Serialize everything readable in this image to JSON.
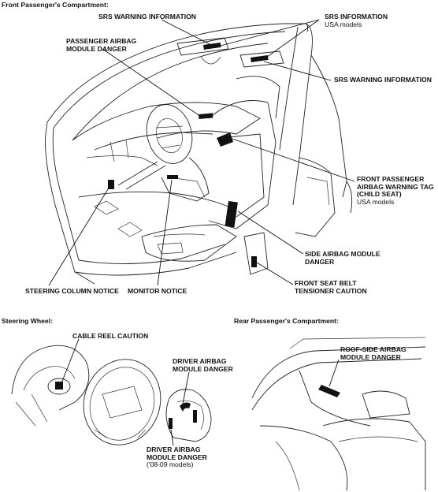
{
  "sections": {
    "front": "Front Passenger's Compartment:",
    "steering": "Steering Wheel:",
    "rear": "Rear Passenger's Compartment:"
  },
  "labels": {
    "srs_warning_top": "SRS WARNING INFORMATION",
    "srs_info": "SRS INFORMATION",
    "srs_info_sub": "USA models",
    "passenger_airbag_line1": "PASSENGER AIRBAG",
    "passenger_airbag_line2": "MODULE DANGER",
    "srs_warning_right": "SRS WARNING INFORMATION",
    "fp_tag_line1": "FRONT PASSENGER",
    "fp_tag_line2": "AIRBAG WARNING TAG",
    "fp_tag_line3": "(CHILD SEAT)",
    "fp_tag_sub": "USA models",
    "side_airbag_line1": "SIDE AIRBAG MODULE",
    "side_airbag_line2": "DANGER",
    "steering_column": "STEERING COLUMN NOTICE",
    "monitor": "MONITOR NOTICE",
    "seatbelt_line1": "FRONT SEAT BELT",
    "seatbelt_line2": "TENSIONER CAUTION",
    "cable_reel": "CABLE REEL CAUTION",
    "driver_airbag_line1": "DRIVER AIRBAG",
    "driver_airbag_line2": "MODULE DANGER",
    "driver_airbag2_line1": "DRIVER AIRBAG",
    "driver_airbag2_line2": "MODULE DANGER",
    "driver_airbag2_sub": "('08-09 models)",
    "roof_airbag_line1": "ROOF-SIDE AIRBAG",
    "roof_airbag_line2": "MODULE DANGER"
  }
}
